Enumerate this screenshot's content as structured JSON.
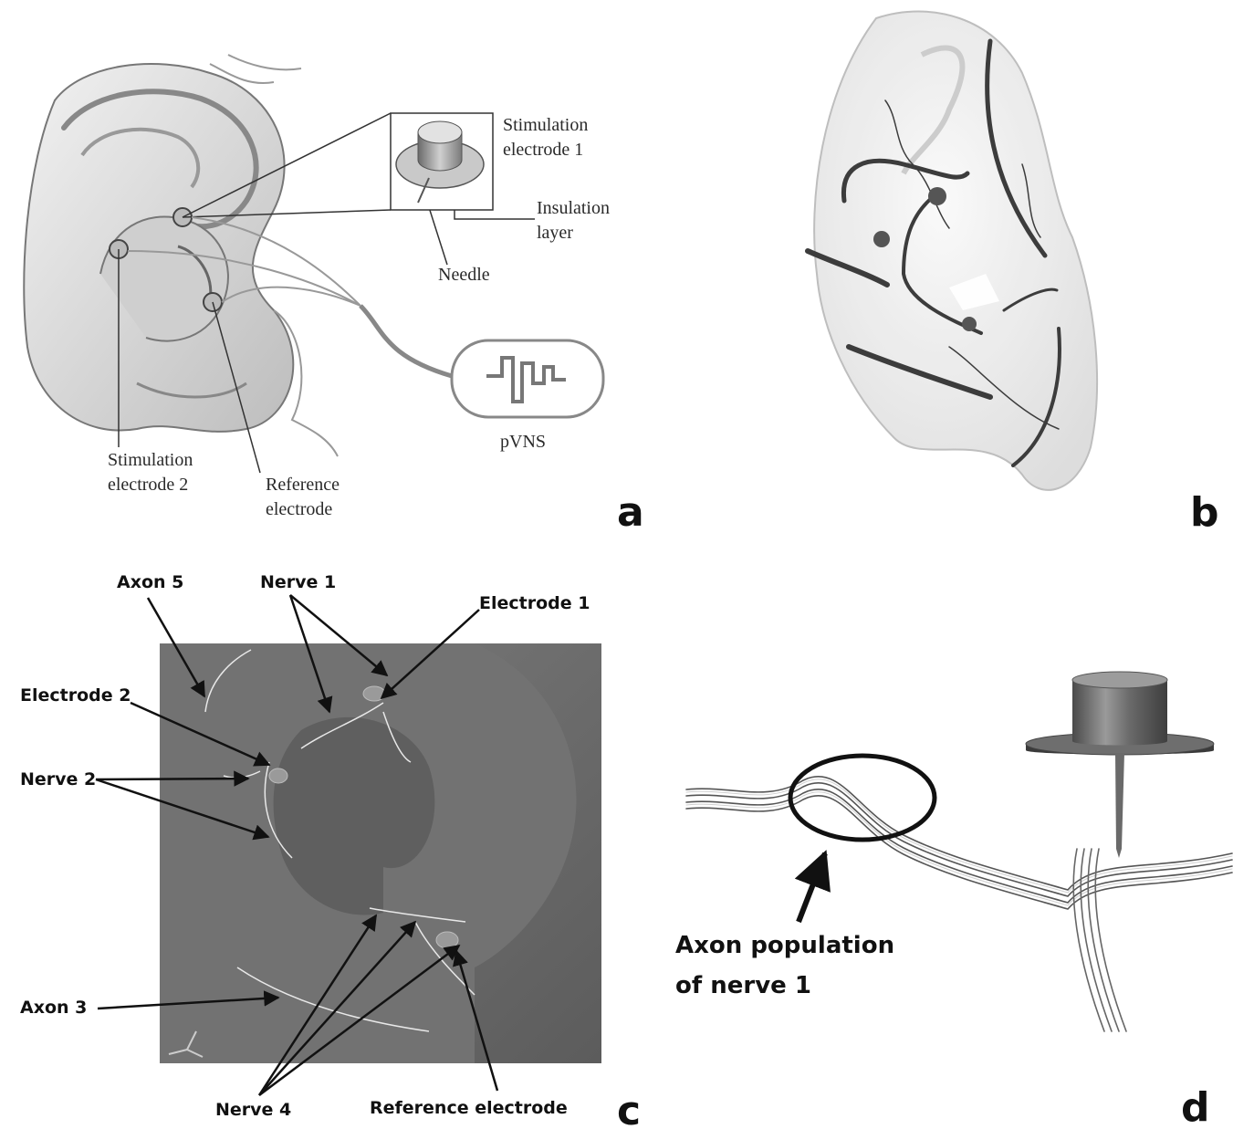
{
  "panels": {
    "a": {
      "letter": "a",
      "stim1": [
        "Stimulation",
        "electrode 1"
      ],
      "insulation": [
        "Insulation",
        "layer"
      ],
      "needle": "Needle",
      "stim2": [
        "Stimulation",
        "electrode 2"
      ],
      "reference": [
        "Reference",
        "electrode"
      ],
      "device": "pVNS"
    },
    "b": {
      "letter": "b"
    },
    "c": {
      "letter": "c",
      "axon5": "Axon 5",
      "nerve1": "Nerve 1",
      "electrode1": "Electrode 1",
      "electrode2": "Electrode 2",
      "nerve2": "Nerve 2",
      "axon3": "Axon 3",
      "nerve4": "Nerve 4",
      "reference": "Reference electrode"
    },
    "d": {
      "letter": "d",
      "caption": [
        "Axon population",
        "of nerve 1"
      ]
    }
  },
  "colors": {
    "ink": "#111111",
    "render_grey": "#6e6e6e",
    "sketch_grey": "#8a8a8a",
    "highlight": "#c8c8c8"
  }
}
